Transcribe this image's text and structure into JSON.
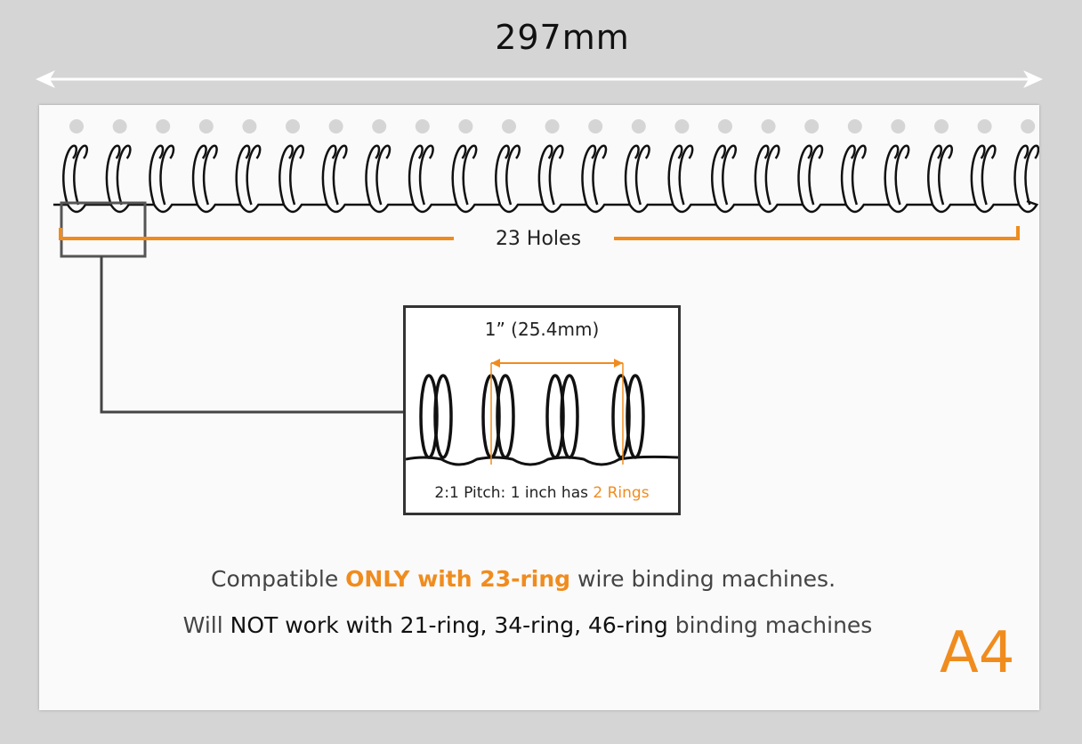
{
  "dimension": {
    "width_label": "297mm"
  },
  "binding": {
    "holes_label": "23 Holes",
    "hole_count": 23
  },
  "zoom": {
    "pitch_label": "1” (25.4mm)",
    "note_prefix": "2:1 Pitch: 1 inch has ",
    "note_accent": "2 Rings"
  },
  "text": {
    "line1_pre": "Compatible ",
    "line1_accent": "ONLY with 23-ring",
    "line1_post": " wire binding machines.",
    "line2_pre": "Will ",
    "line2_bold": "NOT work with 21-ring, 34-ring, 46-ring",
    "line2_post": " binding machines"
  },
  "paper_size": "A4",
  "colors": {
    "accent": "#f08c1e",
    "background": "#d5d5d5",
    "sheet": "#fafafa",
    "wire": "#111111"
  }
}
